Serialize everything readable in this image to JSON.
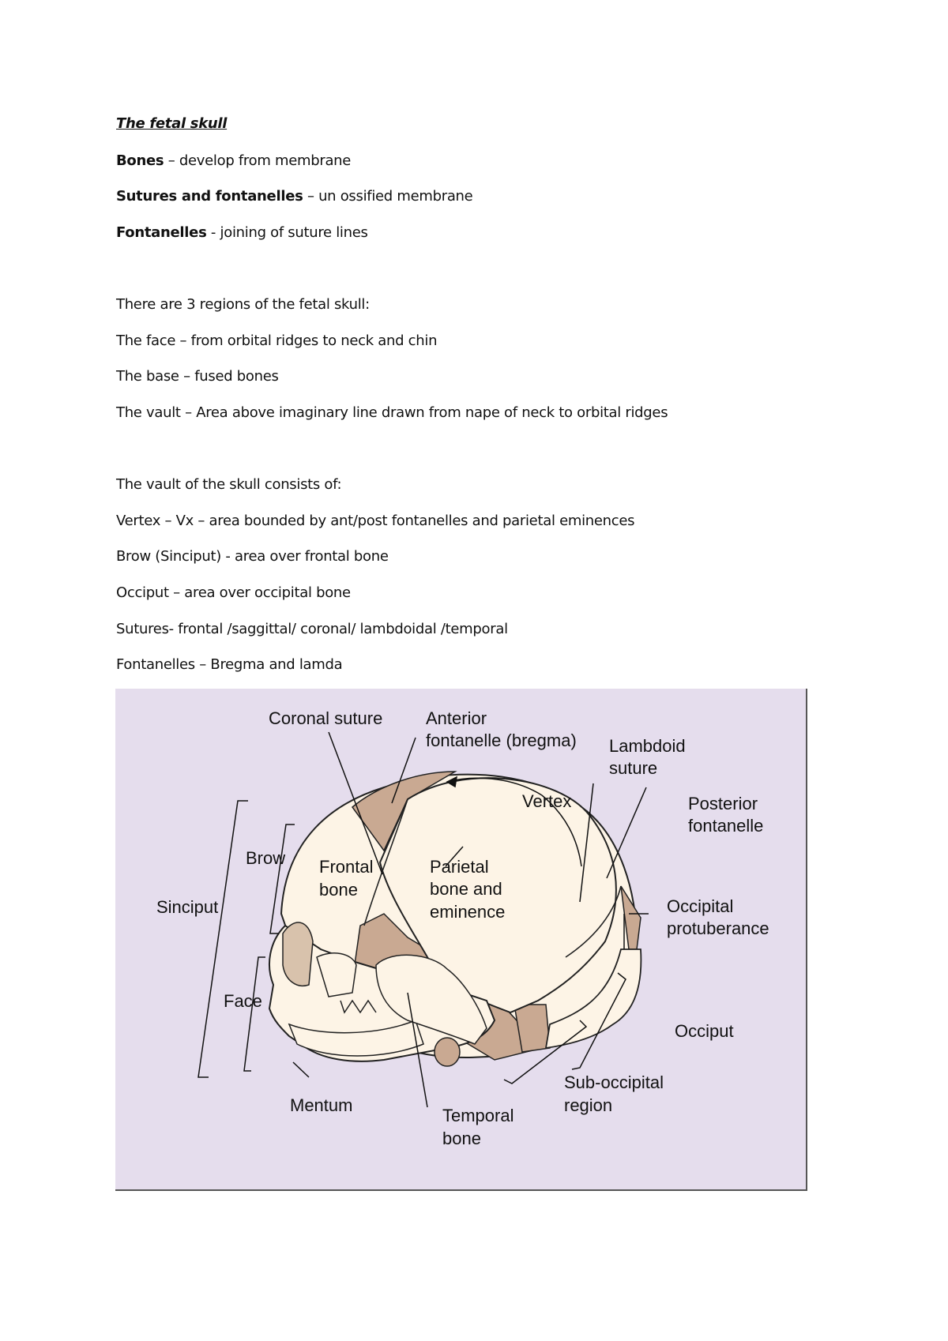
{
  "title": "The fetal skull",
  "definitions": [
    {
      "term": "Bones",
      "sep": " – ",
      "text": "develop from membrane"
    },
    {
      "term": "Sutures and fontanelles",
      "sep": " – ",
      "text": "un ossified membrane"
    },
    {
      "term": "Fontanelles",
      "sep": " - ",
      "text": "joining of suture lines"
    }
  ],
  "regions": {
    "intro": "There are 3 regions of the fetal skull:",
    "items": [
      "The face – from orbital ridges to neck and chin",
      "The base – fused bones",
      "The vault – Area above imaginary line drawn from nape of neck to orbital ridges"
    ]
  },
  "vault": {
    "intro": "The vault of the skull consists of:",
    "items": [
      "Vertex – Vx – area bounded by ant/post fontanelles and parietal eminences",
      "Brow (Sinciput) - area over frontal bone",
      "Occiput – area over occipital bone",
      "Sutures- frontal /saggittal/ coronal/ lambdoidal /temporal",
      "Fontanelles – Bregma and lamda"
    ]
  },
  "diagram": {
    "background_color": "#e5dded",
    "bone_color": "#fdf4e6",
    "membrane_color": "#c9a992",
    "labels": {
      "coronal_suture": "Coronal suture",
      "anterior_fontanelle_1": "Anterior",
      "anterior_fontanelle_2": "fontanelle (bregma)",
      "lambdoid_suture_1": "Lambdoid",
      "lambdoid_suture_2": "suture",
      "vertex": "Vertex",
      "posterior_fontanelle_1": "Posterior",
      "posterior_fontanelle_2": "fontanelle",
      "brow": "Brow",
      "frontal_bone_1": "Frontal",
      "frontal_bone_2": "bone",
      "parietal_1": "Parietal",
      "parietal_2": "bone and",
      "parietal_3": "eminence",
      "sinciput": "Sinciput",
      "occipital_protuberance_1": "Occipital",
      "occipital_protuberance_2": "protuberance",
      "face": "Face",
      "occiput": "Occiput",
      "sub_occipital_1": "Sub-occipital",
      "sub_occipital_2": "region",
      "mentum": "Mentum",
      "temporal_bone_1": "Temporal",
      "temporal_bone_2": "bone"
    }
  }
}
